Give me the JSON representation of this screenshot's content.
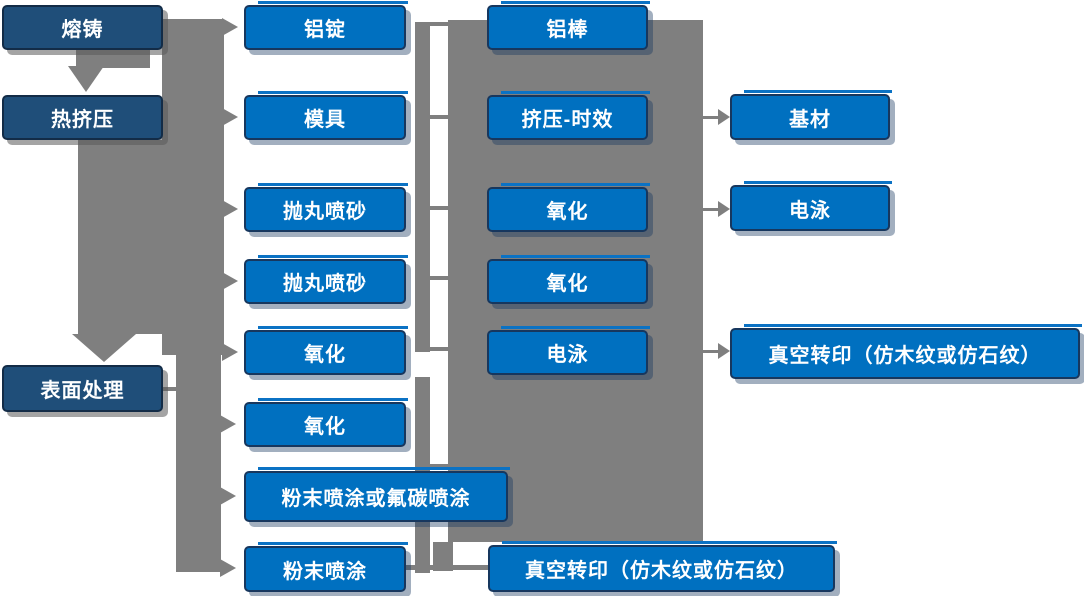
{
  "diagram": {
    "type": "flowchart",
    "description": "Aluminium profile production process flow",
    "colors": {
      "stage_box": "#1F4E79",
      "process_box": "#0070C0",
      "box_border": "#17375E",
      "connector_gray": "#7F7F7F",
      "text": "#FFFFFF",
      "background": "#FFFFFF"
    }
  },
  "nodes": [
    {
      "id": "n0",
      "label": "熔铸",
      "column": 1
    },
    {
      "id": "n1",
      "label": "热挤压",
      "column": 1
    },
    {
      "id": "n2",
      "label": "表面处理",
      "column": 1
    },
    {
      "id": "n3",
      "label": "铝锭",
      "column": 2
    },
    {
      "id": "n4",
      "label": "模具",
      "column": 2
    },
    {
      "id": "n5",
      "label": "抛丸喷砂",
      "column": 2
    },
    {
      "id": "n6",
      "label": "抛丸喷砂",
      "column": 2
    },
    {
      "id": "n7",
      "label": "氧化",
      "column": 2
    },
    {
      "id": "n8",
      "label": "氧化",
      "column": 2
    },
    {
      "id": "n9",
      "label": "粉末喷涂或氟碳喷涂",
      "column": 2
    },
    {
      "id": "n10",
      "label": "粉末喷涂",
      "column": 2
    },
    {
      "id": "n11",
      "label": "铝棒",
      "column": 3
    },
    {
      "id": "n12",
      "label": "挤压-时效",
      "column": 3
    },
    {
      "id": "n13",
      "label": "氧化",
      "column": 3
    },
    {
      "id": "n14",
      "label": "氧化",
      "column": 3
    },
    {
      "id": "n15",
      "label": "电泳",
      "column": 3
    },
    {
      "id": "n16",
      "label": "真空转印（仿木纹或仿石纹）",
      "column": 3
    },
    {
      "id": "n17",
      "label": "基材",
      "column": 4
    },
    {
      "id": "n18",
      "label": "电泳",
      "column": 4
    },
    {
      "id": "n19",
      "label": "真空转印（仿木纹或仿石纹）",
      "column": 4
    }
  ],
  "edges": [
    {
      "from": "n0",
      "to": "n1",
      "style": "down-block-arrow"
    },
    {
      "from": "n1",
      "to": "n2",
      "style": "down-block-arrow"
    },
    {
      "from": "trunk-upper (熔铸/热挤压)",
      "to": "n3"
    },
    {
      "from": "trunk-upper (熔铸/热挤压)",
      "to": "n4"
    },
    {
      "from": "trunk-upper (熔铸/热挤压)",
      "to": "n5"
    },
    {
      "from": "trunk-upper (熔铸/热挤压)",
      "to": "n6"
    },
    {
      "from": "trunk-upper (熔铸/热挤压)",
      "to": "n7"
    },
    {
      "from": "trunk-lower (表面处理)",
      "to": "n8"
    },
    {
      "from": "trunk-lower (表面处理)",
      "to": "n9"
    },
    {
      "from": "trunk-lower (表面处理)",
      "to": "n10"
    },
    {
      "from": "collector-band",
      "to": "main-flow-block"
    },
    {
      "from": "main-flow-block",
      "to": "n17"
    },
    {
      "from": "main-flow-block",
      "to": "n18"
    },
    {
      "from": "main-flow-block",
      "to": "n19"
    },
    {
      "from": "n10",
      "to": "n16"
    }
  ]
}
